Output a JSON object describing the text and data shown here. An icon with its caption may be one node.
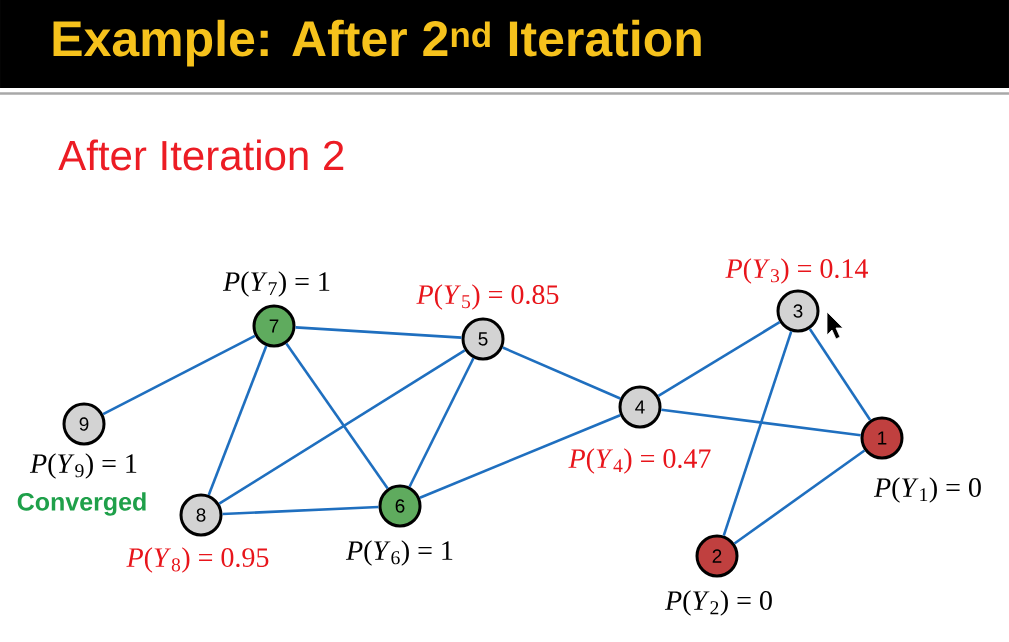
{
  "diagram": {
    "title": "Example: After 2$^{nd}$ Iteration",
    "nodes": [
      {
        "text": [
          "1"
        ],
        "beside": [
          "*P*(*Y*$_{1}$) = 0"
        ]
      },
      {
        "text": [
          "2"
        ],
        "beside": [
          "*P*(*Y*$_{2}$) = 0"
        ]
      },
      {
        "text": [
          "3"
        ],
        "beside": [
          "*P*(*Y*$_{3}$) = 0.14"
        ]
      },
      {
        "text": [
          "4"
        ],
        "beside": [
          "*P*(*Y*$_{4}$) = 0.47"
        ]
      },
      {
        "text": [
          "5"
        ],
        "beside": [
          "*P*(*Y*$_{5}$) = 0.85"
        ]
      },
      {
        "text": [
          "6"
        ],
        "beside": [
          "*P*(*Y*$_{6}$) = 1"
        ]
      },
      {
        "text": [
          "7"
        ],
        "beside": [
          "*P*(*Y*$_{7}$) = 1"
        ]
      },
      {
        "text": [
          "8"
        ],
        "beside": [
          "*P*(*Y*$_{8}$) = 0.95"
        ]
      },
      {
        "text": [
          "9"
        ],
        "beside": [
          "*P*(*Y*$_{9}$) = 1",
          "Converged"
        ]
      }
    ],
    "edges": [
      {
        "from": 8,
        "to": 6,
        "arrow": "none"
      },
      {
        "from": 6,
        "to": 4,
        "arrow": "none"
      },
      {
        "from": 6,
        "to": 7,
        "arrow": "none"
      },
      {
        "from": 6,
        "to": 5,
        "arrow": "none"
      },
      {
        "from": 4,
        "to": 7,
        "arrow": "none"
      },
      {
        "from": 4,
        "to": 5,
        "arrow": "none"
      },
      {
        "from": 4,
        "to": 3,
        "arrow": "none"
      },
      {
        "from": 7,
        "to": 5,
        "arrow": "none"
      },
      {
        "from": 5,
        "to": 3,
        "arrow": "none"
      },
      {
        "from": 3,
        "to": 2,
        "arrow": "none"
      },
      {
        "from": 3,
        "to": 0,
        "arrow": "none"
      },
      {
        "from": 2,
        "to": 0,
        "arrow": "none"
      },
      {
        "from": 2,
        "to": 1,
        "arrow": "none"
      },
      {
        "from": 0,
        "to": 1,
        "arrow": "none"
      }
    ],
    "labels": [
      "After Iteration 2"
    ]
  }
}
